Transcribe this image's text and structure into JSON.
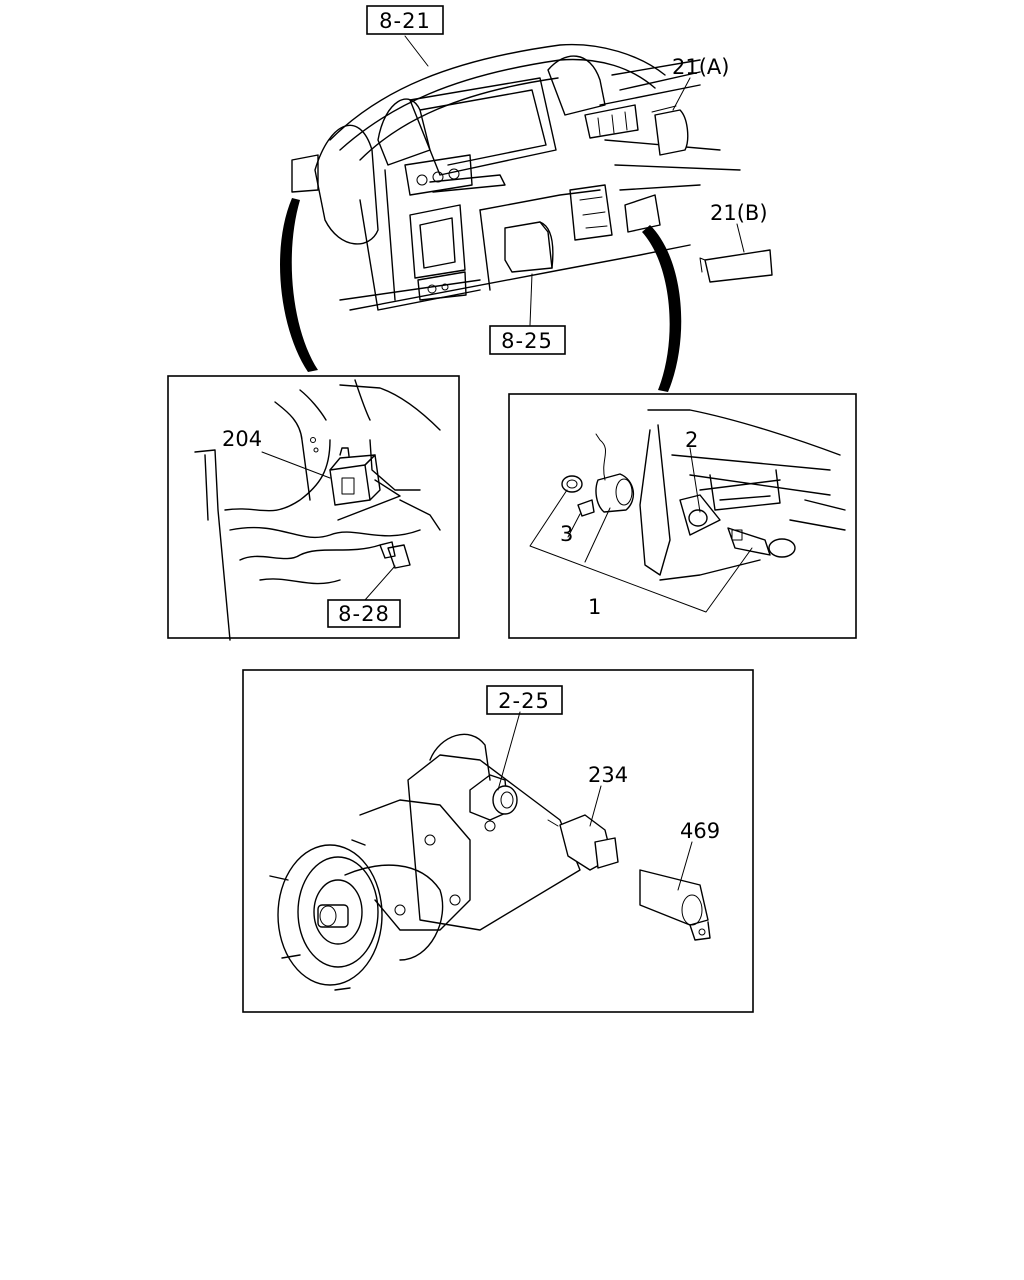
{
  "refs": {
    "r8_21": "8-21",
    "r8_25": "8-25",
    "r8_28": "8-28",
    "r2_25": "2-25"
  },
  "parts": {
    "p21a": "21(A)",
    "p21b": "21(B)",
    "p204": "204",
    "p2": "2",
    "p3": "3",
    "p1": "1",
    "p234": "234",
    "p469": "469"
  }
}
